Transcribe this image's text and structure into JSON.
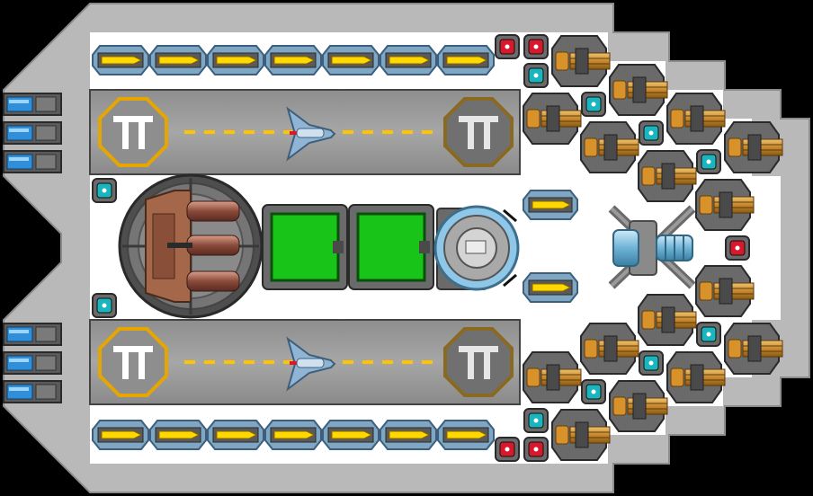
{
  "scene": {
    "kind": "ship-blueprint",
    "palette": {
      "background": "#000000",
      "hull": "#b9b9b9",
      "hull_edge": "#8c8c8c",
      "deck": "#ffffff",
      "runway": "#9a9a9a",
      "runway_stripe": "#ffc400",
      "hangar_ring": "#e7a500",
      "reactor_green": "#17c417",
      "teal_node": "#19b6c0",
      "red_node": "#d8192d",
      "missile_yellow": "#ffd800",
      "bronze": "#c8892c"
    }
  },
  "hangars": [
    {
      "id": "hangar-top",
      "pad_left_icon": "pi-glyph-icon",
      "pad_right_icon": "pi-glyph-icon",
      "fighter_icon": "fighter-icon"
    },
    {
      "id": "hangar-bottom",
      "pad_left_icon": "pi-glyph-icon",
      "pad_right_icon": "pi-glyph-icon",
      "fighter_icon": "fighter-icon"
    }
  ],
  "missile_racks": {
    "top_count": 7,
    "bottom_count": 7,
    "icon": "missile-launcher-icon"
  },
  "side_modules": {
    "left_top_count": 3,
    "left_bottom_count": 3,
    "icon": "thruster-icon"
  },
  "core": {
    "turret_icon": "heavy-cannon-turret-icon",
    "reactor_count": 2,
    "reactor_icon": "reactor-icon",
    "bridge_icon": "command-dome-icon",
    "engine_icon": "engine-icon"
  },
  "cannon_icon": "gatling-cannon-icon",
  "node_icons": {
    "teal": "shield-node-icon",
    "red": "power-node-icon"
  }
}
